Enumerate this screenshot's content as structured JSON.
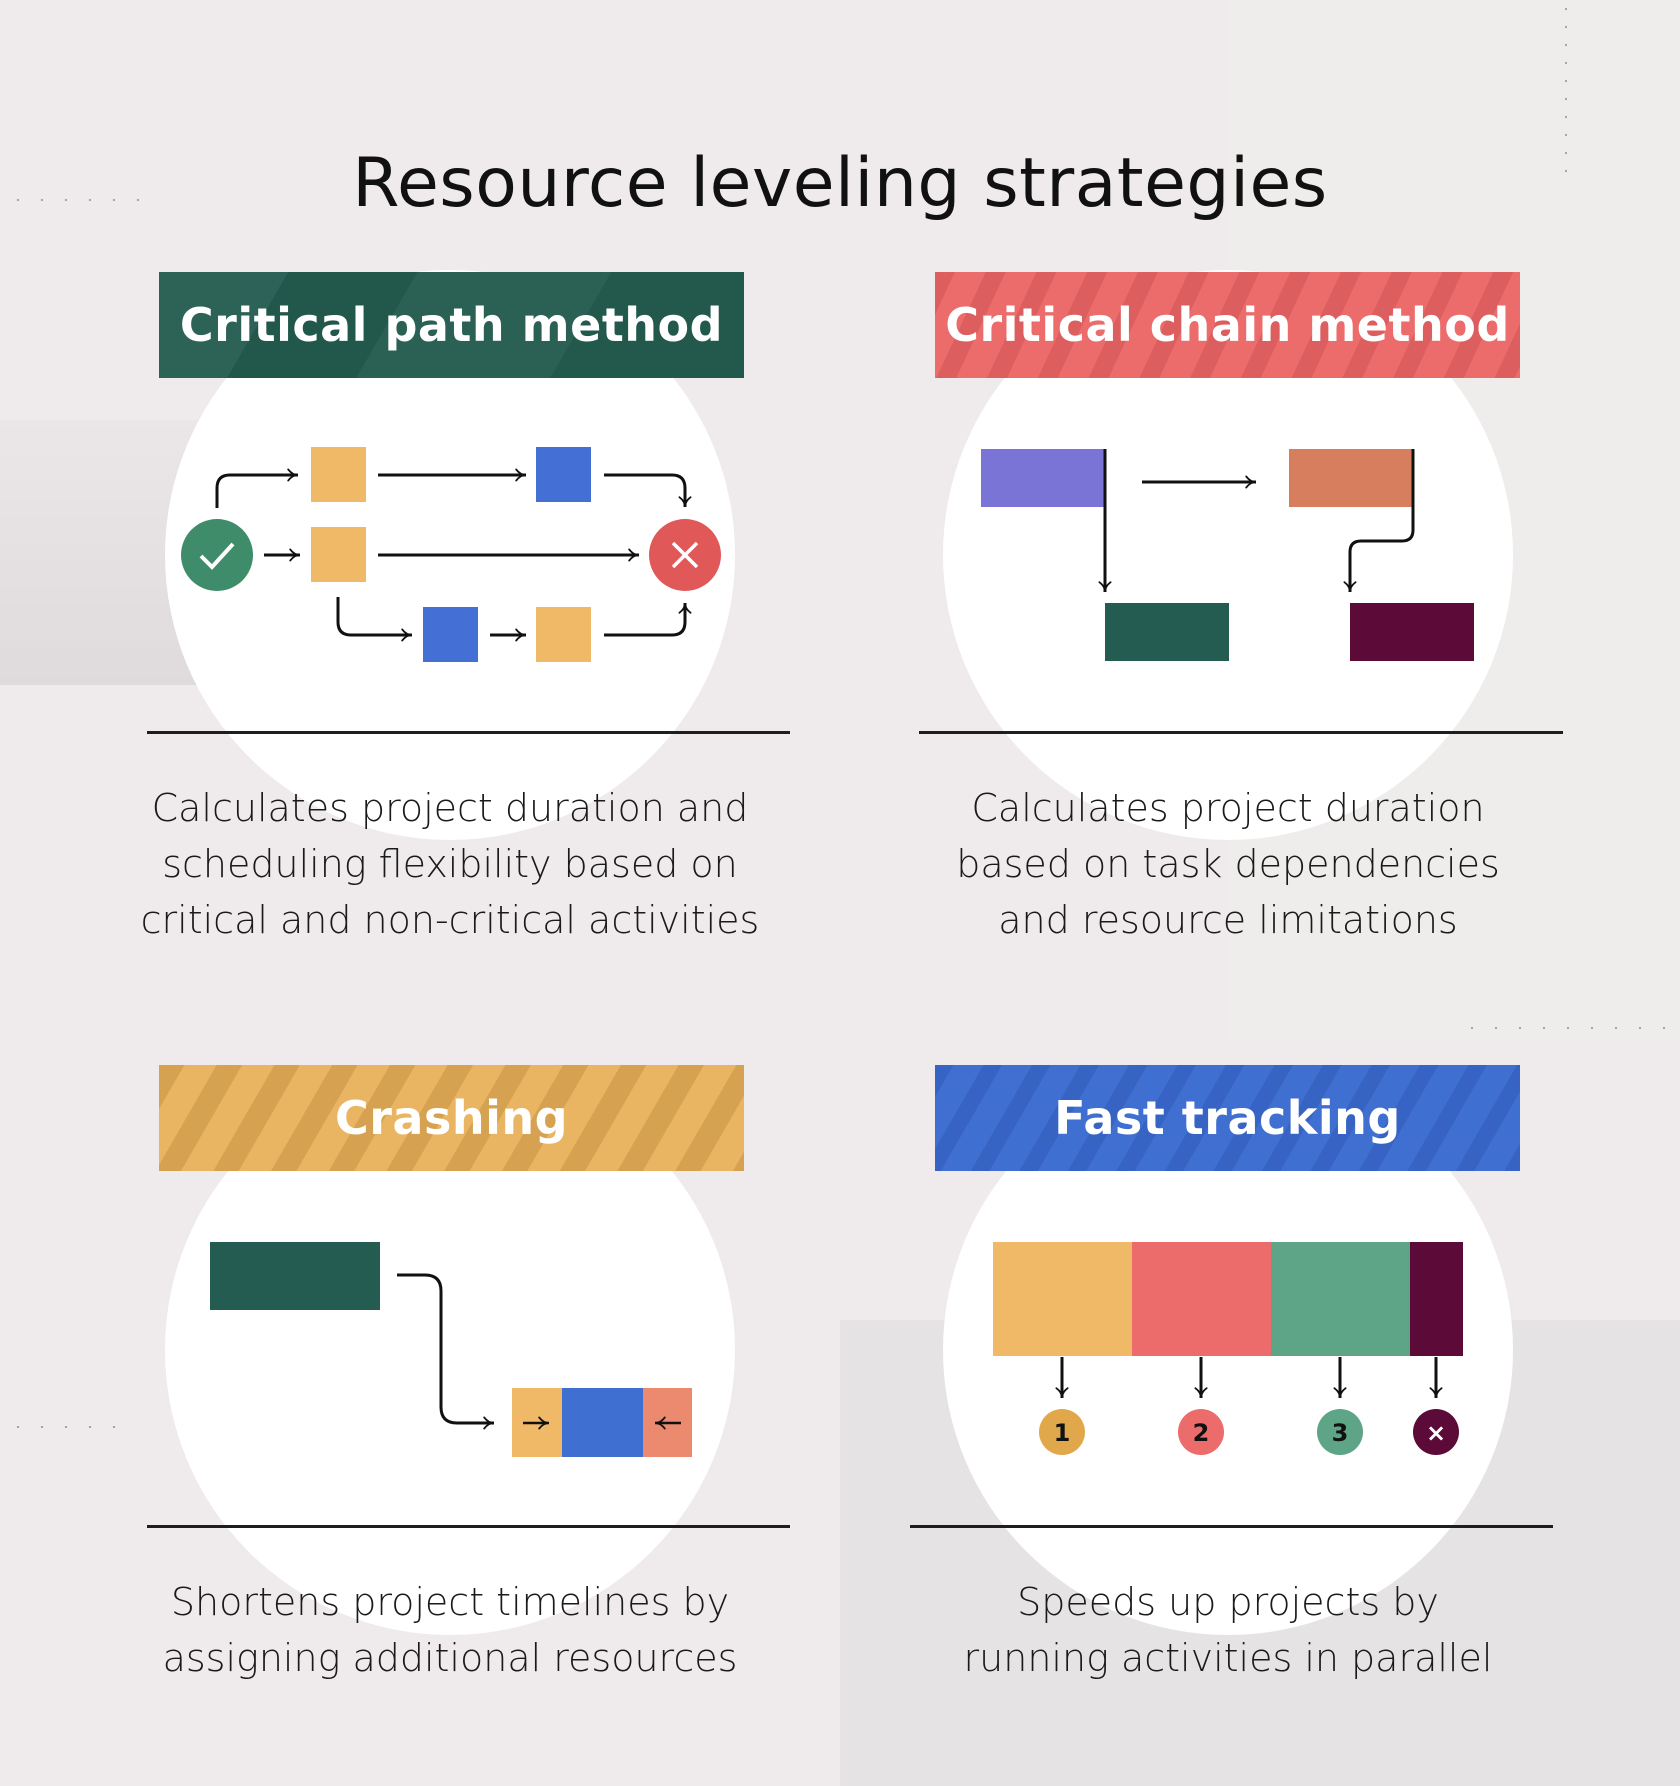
{
  "title": "Resource leveling strategies",
  "colors": {
    "background": "#efebec",
    "dark_green": "#245c50",
    "coral": "#ec6b6b",
    "mustard": "#e6b15e",
    "blue": "#3f6fd1",
    "yellow_block": "#f0b968",
    "blue_block": "#4470d6",
    "success_green": "#3f8c6a",
    "error_red": "#e05858",
    "purple_block": "#7a74d6",
    "orange_block": "#d67e5e",
    "teal_block": "#245c52",
    "maroon_block": "#5c0a37",
    "sage_green": "#5ea486",
    "salmon_block": "#ec8a70",
    "divider": "#1e1e1e"
  },
  "strategies": [
    {
      "id": "critical-path-method",
      "title": "Critical path method",
      "description_lines": [
        "Calculates project duration and",
        "scheduling flexibility based on",
        "critical and non-critical activities"
      ],
      "diagram": {
        "start_icon": "check-icon",
        "end_icon": "x-icon",
        "paths": [
          [
            "yellow",
            "blue"
          ],
          [
            "yellow"
          ],
          [
            "blue",
            "yellow"
          ]
        ]
      }
    },
    {
      "id": "critical-chain-method",
      "title": "Critical chain method",
      "description_lines": [
        "Calculates project duration",
        "based on task dependencies",
        "and resource limitations"
      ],
      "diagram": {
        "blocks": [
          "purple",
          "orange",
          "teal",
          "maroon"
        ]
      }
    },
    {
      "id": "crashing",
      "title": "Crashing",
      "description_lines": [
        "Shortens project timelines by",
        "assigning additional resources"
      ],
      "diagram": {
        "blocks": [
          "teal",
          "yellow",
          "blue",
          "salmon"
        ],
        "inward_arrows": [
          "→",
          "←"
        ]
      }
    },
    {
      "id": "fast-tracking",
      "title": "Fast tracking",
      "description_lines": [
        "Speeds up projects by",
        "running activities in parallel"
      ],
      "diagram": {
        "segments": [
          "yellow",
          "coral",
          "sage",
          "maroon"
        ],
        "markers": [
          "1",
          "2",
          "3",
          "×"
        ]
      }
    }
  ]
}
